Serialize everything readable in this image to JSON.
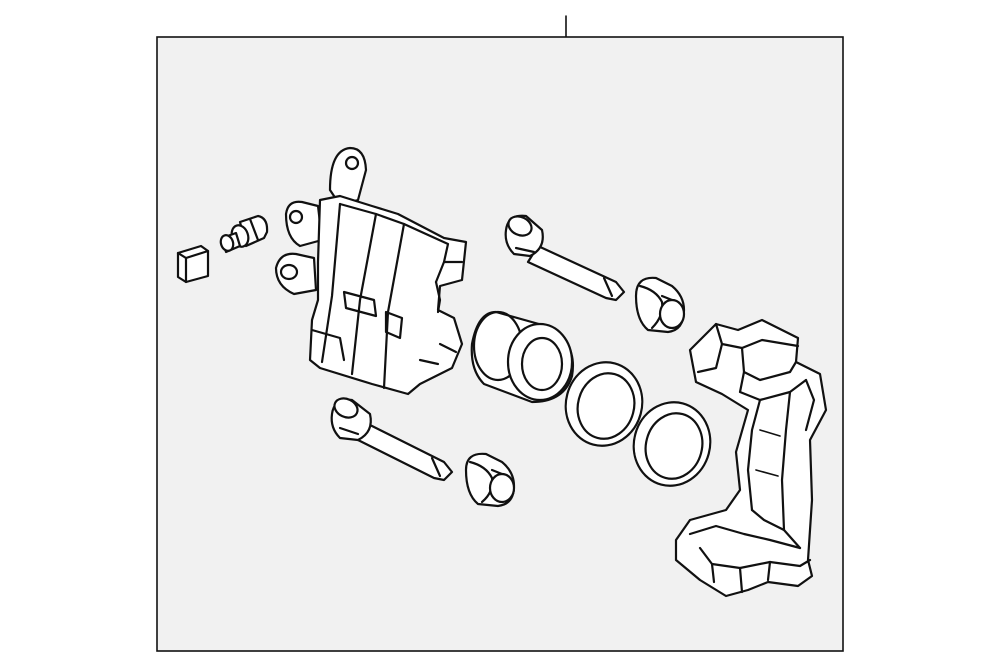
{
  "diagram": {
    "type": "exploded-parts-illustration",
    "colors": {
      "line": "#111111",
      "frame_fill": "#f1f1f1",
      "part_fill": "#ffffff",
      "page": "#ffffff"
    },
    "parts": [
      {
        "id": "bleeder-cap",
        "icon": "bleeder-cap-icon"
      },
      {
        "id": "bleeder-screw",
        "icon": "bleeder-screw-icon"
      },
      {
        "id": "caliper-housing",
        "icon": "caliper-housing-icon"
      },
      {
        "id": "guide-pin-upper",
        "icon": "guide-pin-icon"
      },
      {
        "id": "guide-pin-lower",
        "icon": "guide-pin-icon"
      },
      {
        "id": "pin-boot-upper",
        "icon": "pin-boot-icon"
      },
      {
        "id": "pin-boot-lower",
        "icon": "pin-boot-icon"
      },
      {
        "id": "piston",
        "icon": "piston-icon"
      },
      {
        "id": "piston-seal",
        "icon": "seal-ring-icon"
      },
      {
        "id": "dust-boot",
        "icon": "seal-ring-icon"
      },
      {
        "id": "caliper-bracket",
        "icon": "caliper-bracket-icon"
      }
    ]
  }
}
